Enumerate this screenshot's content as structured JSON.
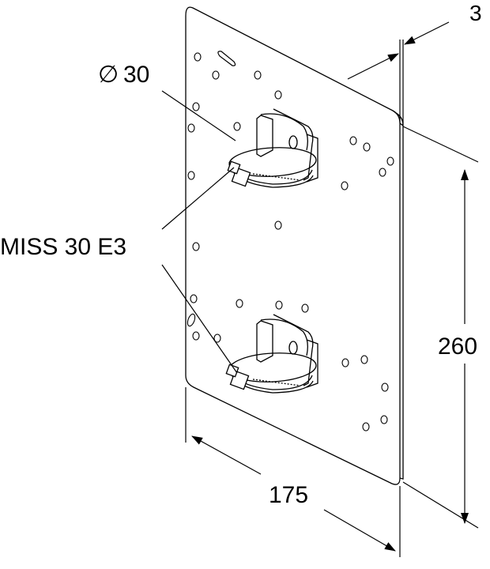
{
  "labels": {
    "diameter_symbol": "∅",
    "diameter_value": "30",
    "part_number": "MISS 30 E3",
    "thickness": "3",
    "height": "260",
    "width": "175"
  },
  "colors": {
    "line": "#000000",
    "background": "#ffffff"
  }
}
